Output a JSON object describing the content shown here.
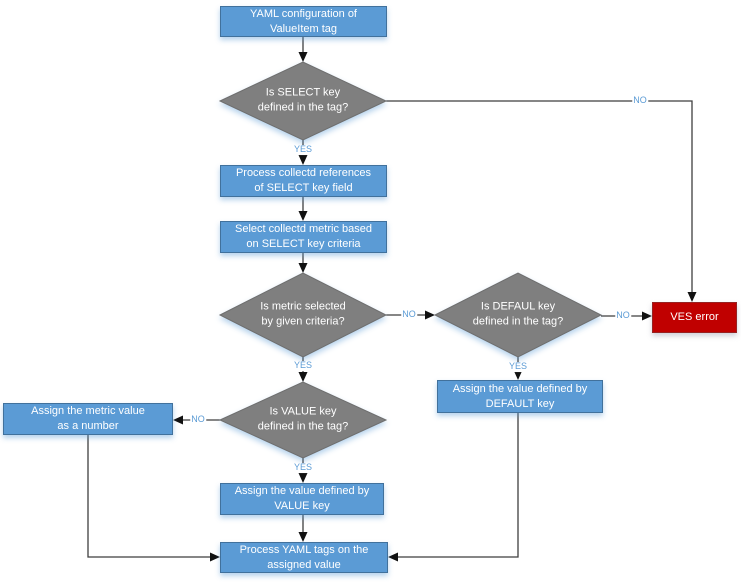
{
  "diagram": {
    "type": "flowchart",
    "colors": {
      "process_fill": "#5b9bd5",
      "process_border": "#41719c",
      "decision_fill": "#7f7f7f",
      "decision_border": "#6e6e6e",
      "error_fill": "#c00000",
      "error_border": "#962222",
      "connector_line": "#3f3f3f",
      "arrowhead": "#111111",
      "branch_label_text": "#5b9bd5",
      "node_text": "#ffffff"
    },
    "nodes": {
      "start": {
        "type": "process",
        "label": "YAML configuration of\nValueItem tag"
      },
      "d_select": {
        "type": "decision",
        "label": "Is SELECT key\ndefined in the tag?"
      },
      "p_refs": {
        "type": "process",
        "label": "Process collectd references\nof SELECT key field"
      },
      "p_metric": {
        "type": "process",
        "label": "Select collectd metric based\non SELECT key criteria"
      },
      "d_metric": {
        "type": "decision",
        "label": "Is metric selected\nby given criteria?"
      },
      "d_default": {
        "type": "decision",
        "label": "Is DEFAUL key\ndefined in the tag?"
      },
      "ves_error": {
        "type": "error",
        "label": "VES error"
      },
      "p_default": {
        "type": "process",
        "label": "Assign the value defined by\nDEFAULT key"
      },
      "d_value": {
        "type": "decision",
        "label": "Is VALUE key\ndefined in the tag?"
      },
      "p_number": {
        "type": "process",
        "label": "Assign the metric value\nas a number"
      },
      "p_value": {
        "type": "process",
        "label": "Assign the value defined by\nVALUE key"
      },
      "p_process": {
        "type": "process",
        "label": "Process YAML tags on the\nassigned value"
      }
    },
    "branch_labels": {
      "yes": "YES",
      "no": "NO"
    },
    "edges": [
      {
        "from": "start",
        "to": "d_select",
        "label": ""
      },
      {
        "from": "d_select",
        "to": "ves_error",
        "label": "NO"
      },
      {
        "from": "d_select",
        "to": "p_refs",
        "label": "YES"
      },
      {
        "from": "p_refs",
        "to": "p_metric",
        "label": ""
      },
      {
        "from": "p_metric",
        "to": "d_metric",
        "label": ""
      },
      {
        "from": "d_metric",
        "to": "d_default",
        "label": "NO"
      },
      {
        "from": "d_metric",
        "to": "d_value",
        "label": "YES"
      },
      {
        "from": "d_default",
        "to": "ves_error",
        "label": "NO"
      },
      {
        "from": "d_default",
        "to": "p_default",
        "label": "YES"
      },
      {
        "from": "p_default",
        "to": "p_process",
        "label": ""
      },
      {
        "from": "d_value",
        "to": "p_number",
        "label": "NO"
      },
      {
        "from": "d_value",
        "to": "p_value",
        "label": "YES"
      },
      {
        "from": "p_value",
        "to": "p_process",
        "label": ""
      },
      {
        "from": "p_number",
        "to": "p_process",
        "label": ""
      }
    ]
  }
}
